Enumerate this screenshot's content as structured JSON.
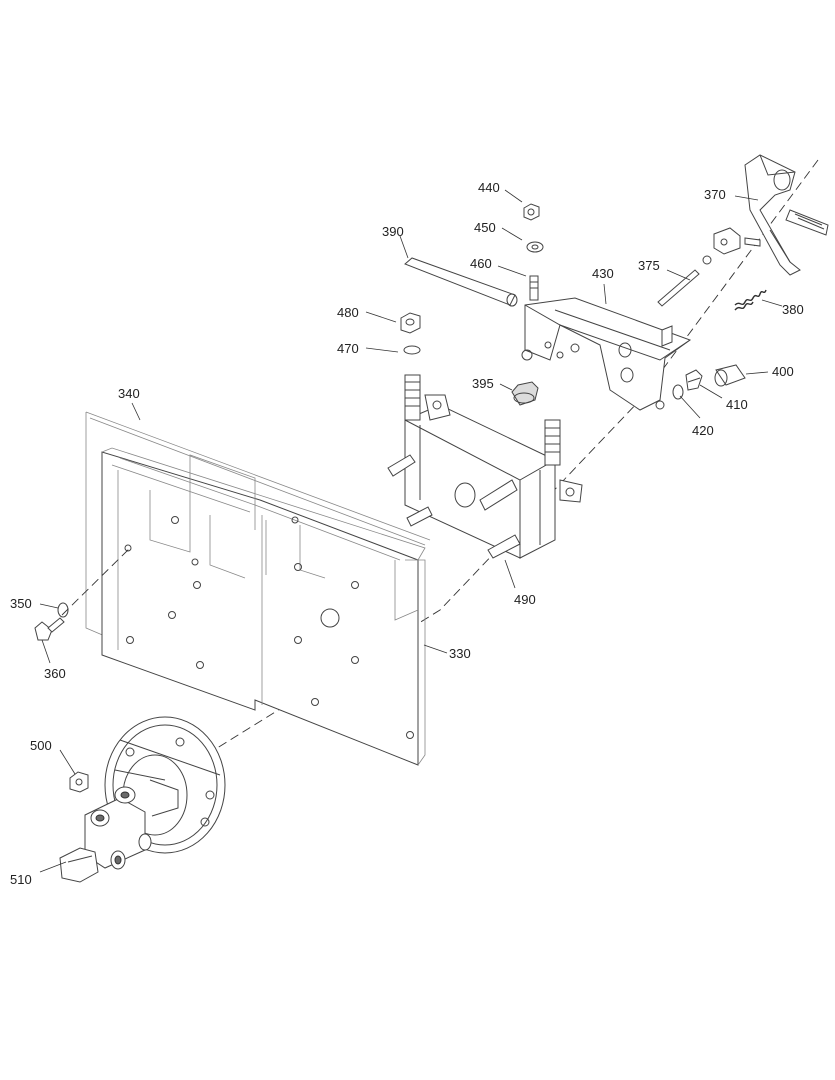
{
  "diagram": {
    "labels": {
      "p330": "330",
      "p340": "340",
      "p350": "350",
      "p360": "360",
      "p370": "370",
      "p375": "375",
      "p380": "380",
      "p390": "390",
      "p395": "395",
      "p400": "400",
      "p410": "410",
      "p420": "420",
      "p430": "430",
      "p440": "440",
      "p450": "450",
      "p460": "460",
      "p470": "470",
      "p480": "480",
      "p490": "490",
      "p500": "500",
      "p510": "510"
    }
  }
}
